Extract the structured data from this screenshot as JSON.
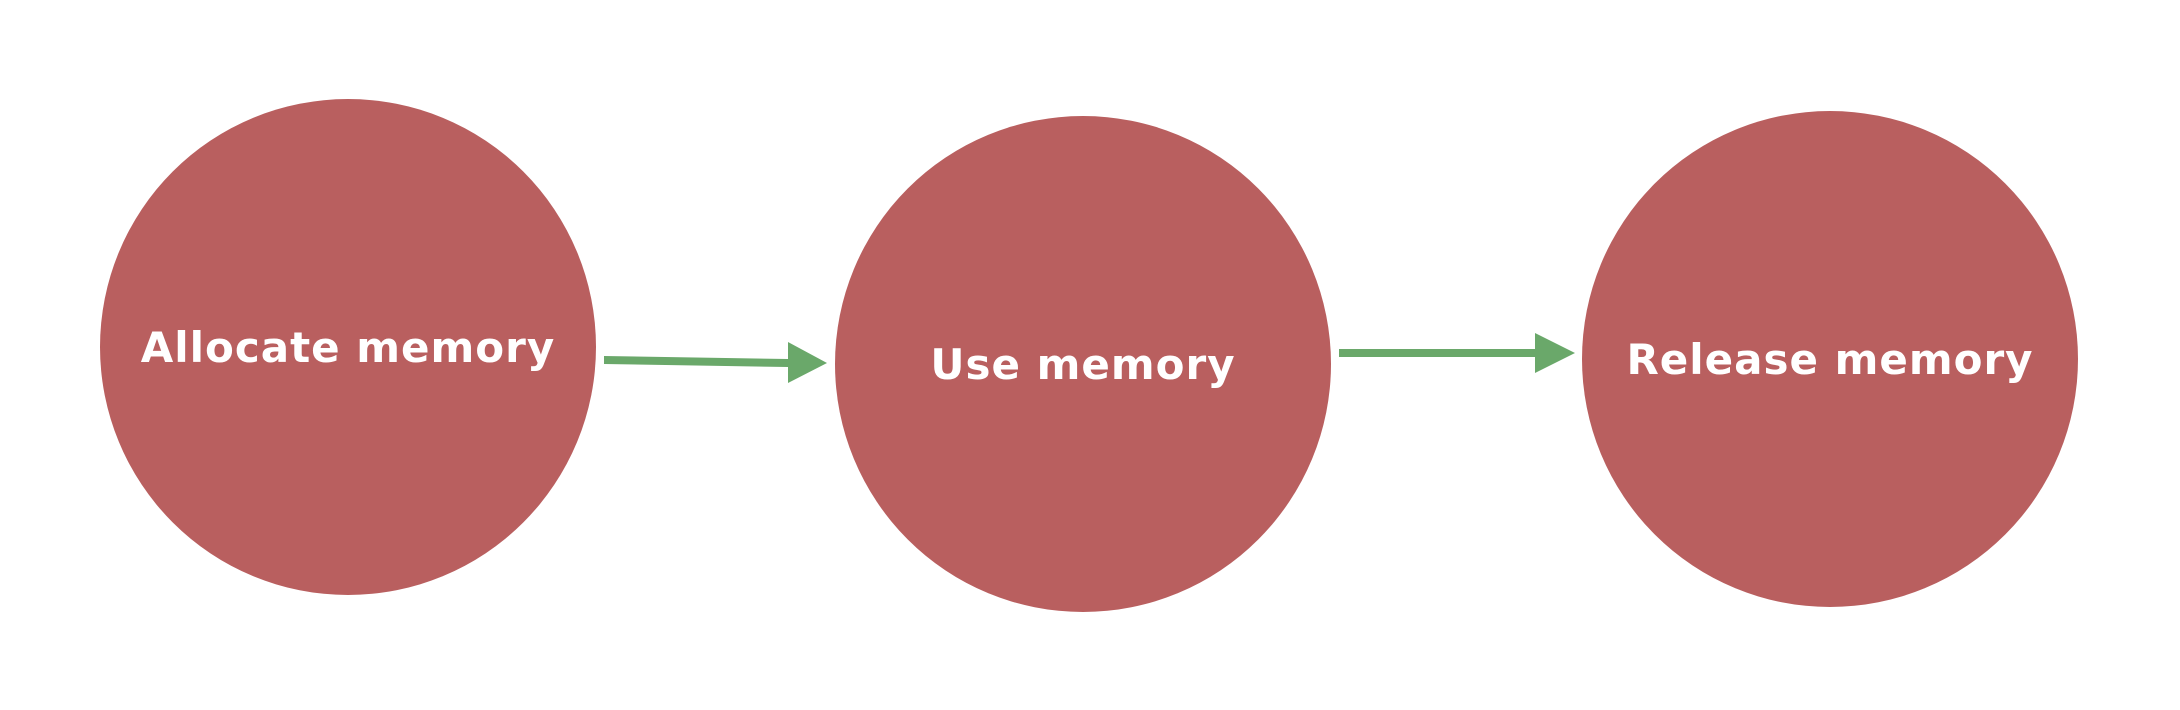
{
  "diagram": {
    "colors": {
      "node_fill": "#b95f5f",
      "arrow": "#6aa86a",
      "label": "#ffffff",
      "background": "#ffffff"
    },
    "nodes": [
      {
        "id": "allocate",
        "label": "Allocate memory"
      },
      {
        "id": "use",
        "label": "Use memory"
      },
      {
        "id": "release",
        "label": "Release memory"
      }
    ],
    "edges": [
      {
        "from": "allocate",
        "to": "use"
      },
      {
        "from": "use",
        "to": "release"
      }
    ]
  }
}
